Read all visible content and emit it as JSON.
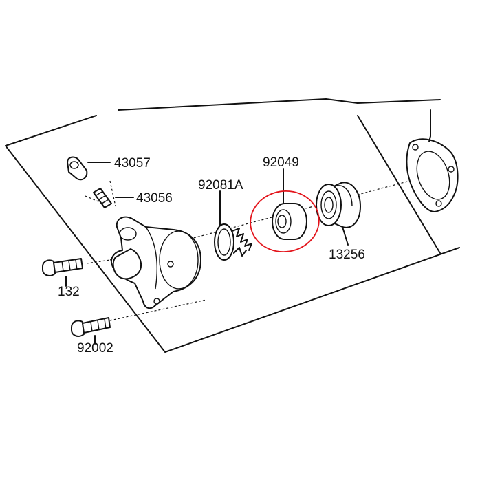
{
  "labels": {
    "part_43057": "43057",
    "part_43056": "43056",
    "part_92081A": "92081A",
    "part_92049": "92049",
    "part_13256": "13256",
    "part_132": "132",
    "part_92002": "92002"
  },
  "colors": {
    "line": "#111111",
    "highlight": "#e3141b",
    "background": "#ffffff"
  },
  "icons": {
    "highlight": "red-circle-highlight"
  }
}
